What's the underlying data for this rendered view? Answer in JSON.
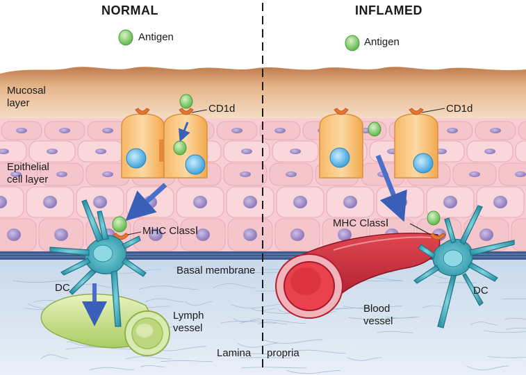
{
  "headings": {
    "left": "NORMAL",
    "right": "INFLAMED"
  },
  "labels": {
    "antigen_left": "Antigen",
    "antigen_right": "Antigen",
    "mucosal_layer_1": "Mucosal",
    "mucosal_layer_2": "layer",
    "cd1d_left": "CD1d",
    "cd1d_right": "CD1d",
    "epithelial_1": "Epithelial",
    "epithelial_2": "cell layer",
    "mhc_left": "MHC ClassⅠ",
    "mhc_right": "MHC ClassⅠ",
    "basal_membrane": "Basal membrane",
    "dc_left": "DC",
    "dc_right": "DC",
    "lymph_1": "Lymph",
    "lymph_2": "vessel",
    "blood_1": "Blood",
    "blood_2": "vessel",
    "lamina_1": "Lamina",
    "lamina_2": "propria"
  },
  "colors": {
    "mucosa_top": "#c98a5a",
    "mucosa_bottom": "#f4dcc0",
    "epithelium": "#f6cdd2",
    "epi_nucleus": "#9b8ac4",
    "enterocyte": "#f9c27a",
    "enterocyte_nucleus": "#5ab6e8",
    "cd1d": "#e8742e",
    "antigen": "#8fd17a",
    "dc": "#3fa9b8",
    "basal": "#3a5a8a",
    "lamina": "#dbe6f1",
    "lymph": "#cde398",
    "blood": "#c8283a",
    "arrow": "#3a5fb8"
  }
}
